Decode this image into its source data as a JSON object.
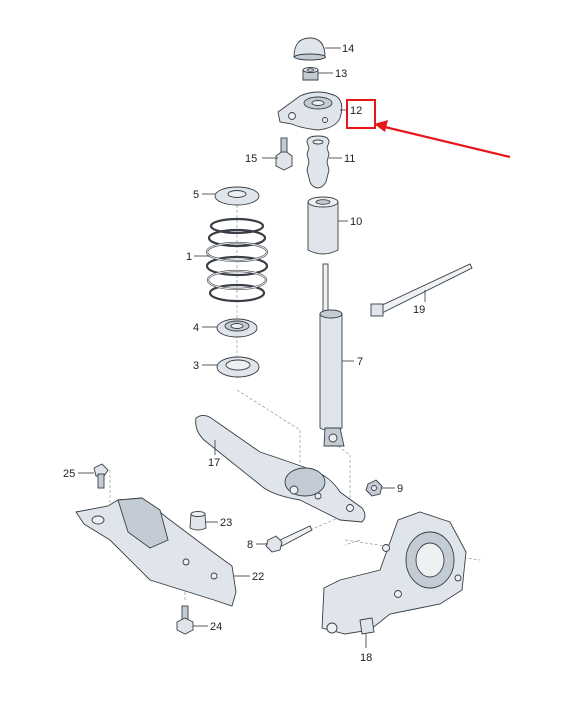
{
  "parts": [
    {
      "id": "p1",
      "label": "1"
    },
    {
      "id": "p3",
      "label": "3"
    },
    {
      "id": "p4",
      "label": "4"
    },
    {
      "id": "p5",
      "label": "5"
    },
    {
      "id": "p7",
      "label": "7"
    },
    {
      "id": "p8",
      "label": "8"
    },
    {
      "id": "p9",
      "label": "9"
    },
    {
      "id": "p10",
      "label": "10"
    },
    {
      "id": "p11",
      "label": "11"
    },
    {
      "id": "p12",
      "label": "12"
    },
    {
      "id": "p13",
      "label": "13"
    },
    {
      "id": "p14",
      "label": "14"
    },
    {
      "id": "p15",
      "label": "15"
    },
    {
      "id": "p17",
      "label": "17"
    },
    {
      "id": "p18",
      "label": "18"
    },
    {
      "id": "p19",
      "label": "19"
    },
    {
      "id": "p22",
      "label": "22"
    },
    {
      "id": "p23",
      "label": "23"
    },
    {
      "id": "p24",
      "label": "24"
    },
    {
      "id": "p25",
      "label": "25"
    }
  ],
  "annotation": {
    "color": "#e8161b",
    "highlighted_part": "12"
  },
  "colors": {
    "part_fill": "#dfe5ea",
    "outline": "#3a3f45",
    "dash": "#8a9aa8"
  }
}
